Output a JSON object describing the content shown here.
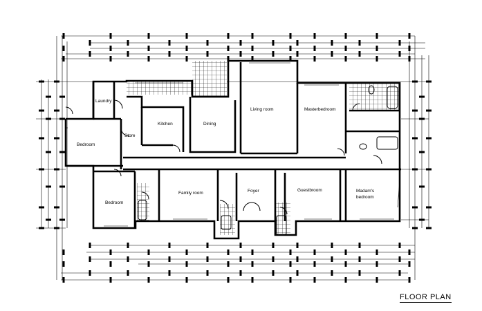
{
  "title": "FLOOR PLAN",
  "rooms": {
    "laundry": "Laundry",
    "store": "Store",
    "kitchen": "Kitchen",
    "dining": "Dining",
    "living": "Living room",
    "master": "Masterbedroom",
    "bedroom1": "Bedroom",
    "bedroom2": "Bedroom",
    "family": "Family room",
    "foyer": "Foyer",
    "guest": "Guestbroom",
    "madams1": "Madam's",
    "madams2": "bedroom"
  }
}
